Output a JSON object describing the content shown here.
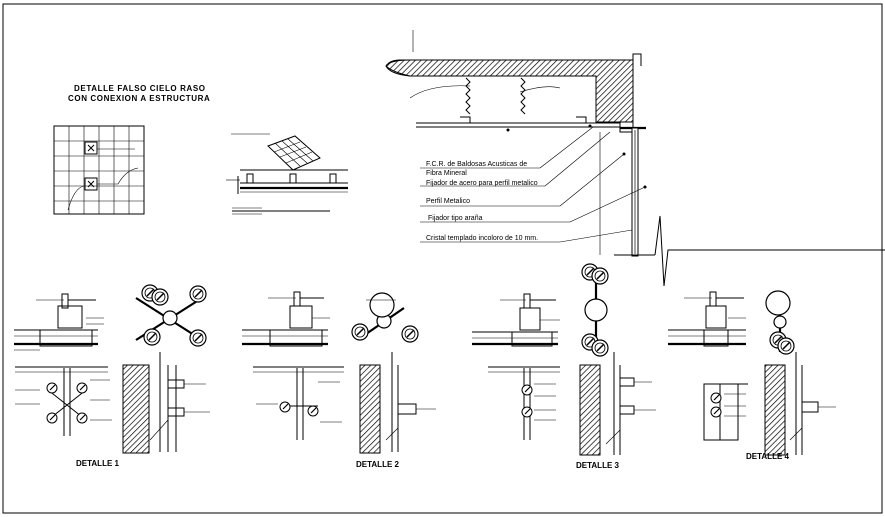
{
  "title": {
    "line1": "DETALLE FALSO  CIELO RASO",
    "line2": "CON CONEXION A ESTRUCTURA"
  },
  "section_labels": [
    "F.C.R. de Baldosas Acusticas de",
    "Fibra Mineral",
    "Fijador de acero para perfil metalico",
    "Perfil Metalico",
    "Fijador tipo araña",
    "Cristal templado incoloro de 10 mm."
  ],
  "details": [
    "DETALLE 1",
    "DETALLE 2",
    "DETALLE 3",
    "DETALLE 4"
  ]
}
